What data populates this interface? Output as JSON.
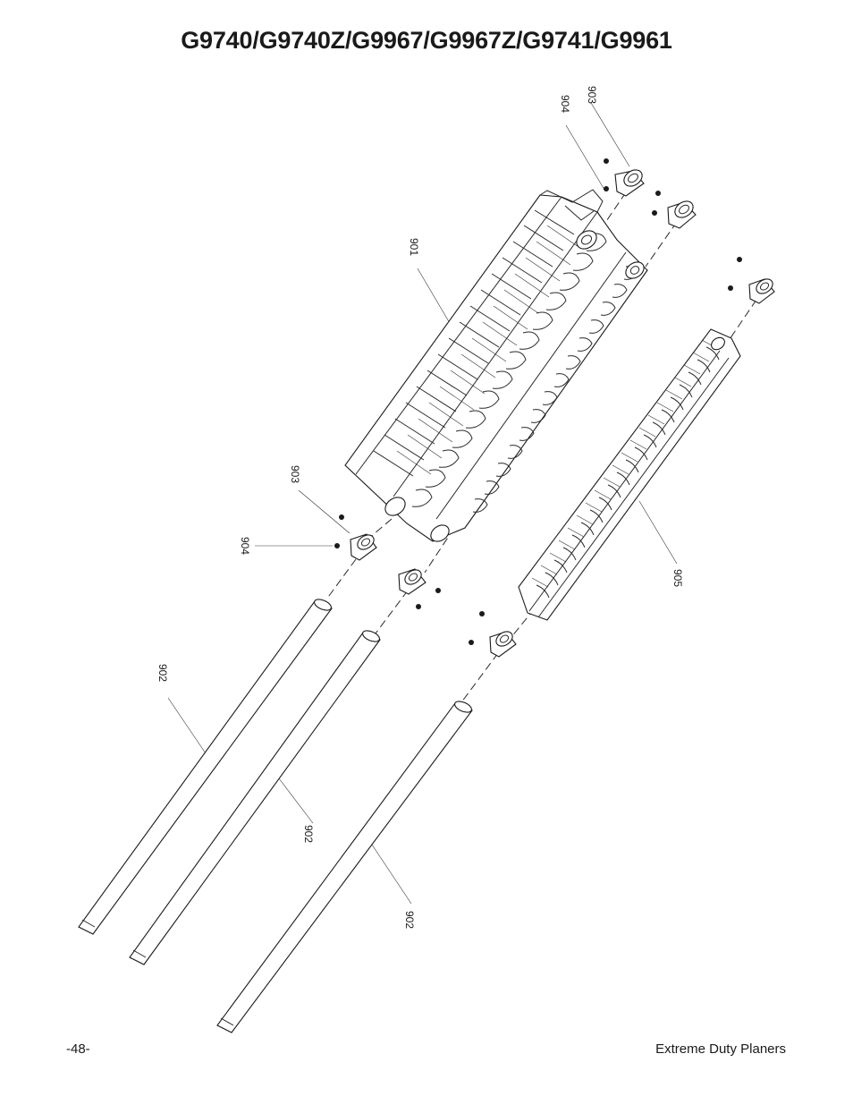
{
  "page": {
    "title": "G9740/G9740Z/G9967/G9967Z/G9741/G9961",
    "page_number": "-48-",
    "footer_text": "Extreme Duty Planers"
  },
  "callouts": {
    "c903_top": "903",
    "c904_top": "904",
    "c901": "901",
    "c903_left": "903",
    "c904_left": "904",
    "c902_a": "902",
    "c902_b": "902",
    "c902_c": "902",
    "c905": "905"
  }
}
